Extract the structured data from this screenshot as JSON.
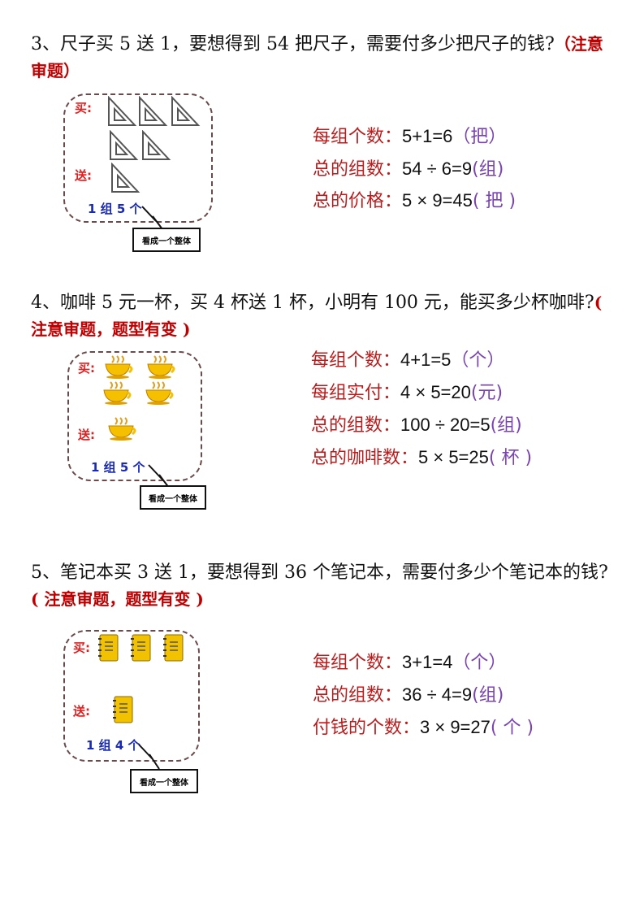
{
  "problems": [
    {
      "question": "3、尺子买 5 送 1，要想得到 54 把尺子，需要付多少把尺子的钱?",
      "note": "（注意审题）",
      "buy_label": "买:",
      "gift_label": "送:",
      "group_label": "1 组 5 个",
      "callout": "看成一个整体",
      "formulas": [
        {
          "label": "每组个数：",
          "value": "5+1=6",
          "unit": "（把）"
        },
        {
          "label": "总的组数：",
          "value": "54 ÷ 6=9",
          "unit": "(组)"
        },
        {
          "label": "总的价格：",
          "value": "5 × 9=45",
          "unit": "( 把 )"
        }
      ]
    },
    {
      "question": "4、咖啡 5 元一杯，买 4 杯送 1 杯，小明有 100 元，能买多少杯咖啡?",
      "note": "( 注意审题，题型有变 )",
      "buy_label": "买:",
      "gift_label": "送:",
      "group_label": "1 组 5 个",
      "callout": "看成一个整体",
      "formulas": [
        {
          "label": "每组个数：",
          "value": "4+1=5",
          "unit": "（个）"
        },
        {
          "label": "每组实付：",
          "value": "4 × 5=20",
          "unit": "(元)"
        },
        {
          "label": "总的组数：",
          "value": "100 ÷ 20=5",
          "unit": "(组)"
        },
        {
          "label": "总的咖啡数：",
          "value": "5 × 5=25",
          "unit": "( 杯 )"
        }
      ]
    },
    {
      "question": "5、笔记本买 3 送 1，要想得到 36 个笔记本，需要付多少个笔记本的钱?",
      "note": "( 注意审题，题型有变 )",
      "buy_label": "买:",
      "gift_label": "送:",
      "group_label": "1 组 4 个",
      "callout": "看成一个整体",
      "formulas": [
        {
          "label": "每组个数：",
          "value": "3+1=4",
          "unit": "（个）"
        },
        {
          "label": "总的组数：",
          "value": "36 ÷ 4=9",
          "unit": "(组)"
        },
        {
          "label": "付钱的个数：",
          "value": "3 × 9=27",
          "unit": "( 个 )"
        }
      ]
    }
  ]
}
